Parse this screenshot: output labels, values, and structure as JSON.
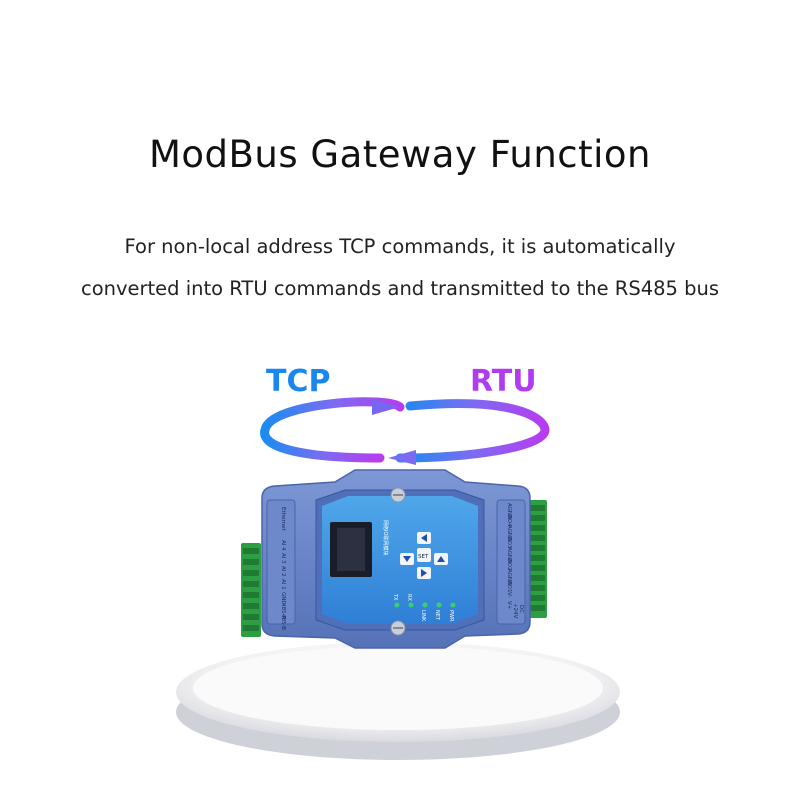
{
  "title": "ModBus Gateway Function",
  "subtitle": [
    "For non-local address TCP commands, it is automatically",
    "converted into RTU commands and transmitted to the RS485 bus"
  ],
  "labels": {
    "tcp": "TCP",
    "rtu": "RTU"
  },
  "device": {
    "left_terminals": [
      "Ethernet",
      "AI 4",
      "AI 3",
      "AI 2",
      "AI 1",
      "GND",
      "485-A",
      "485-B"
    ],
    "right_terminals": [
      "AGND",
      "AO4",
      "AGND",
      "AO3",
      "AGND",
      "AO2",
      "AGND",
      "AO1",
      "V-",
      "V+",
      "+24V",
      "DC"
    ],
    "leds": [
      "TX",
      "RX",
      "LINK",
      "NET",
      "PWR"
    ],
    "panel_text": "网络IO联网模块",
    "center_button": "SET"
  },
  "colors": {
    "tcp": "#1a87f0",
    "rtu": "#b13bf0",
    "device_body": "#6a86c8",
    "terminal_green": "#2e9e43"
  }
}
